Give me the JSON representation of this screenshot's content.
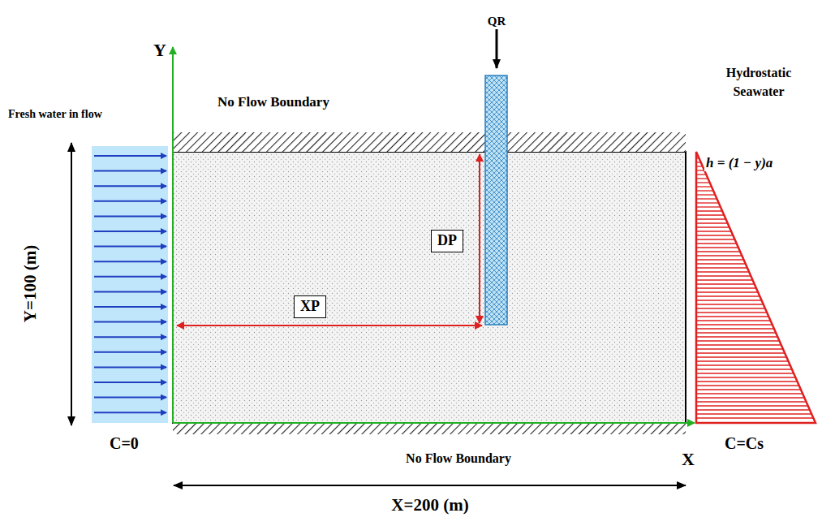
{
  "diagram": {
    "nodes": [
      {
        "text": [
          "DP"
        ]
      },
      {
        "text": [
          "XP"
        ]
      }
    ],
    "labels": [
      "QR",
      "Y",
      "Fresh water in flow",
      "No Flow Boundary",
      "Hydrostatic Seawater",
      "h = (1 − y)a",
      "Y=100 (m)",
      "C=0",
      "C=Cs",
      "X",
      "No Flow Boundary",
      "X=200 (m)"
    ]
  }
}
